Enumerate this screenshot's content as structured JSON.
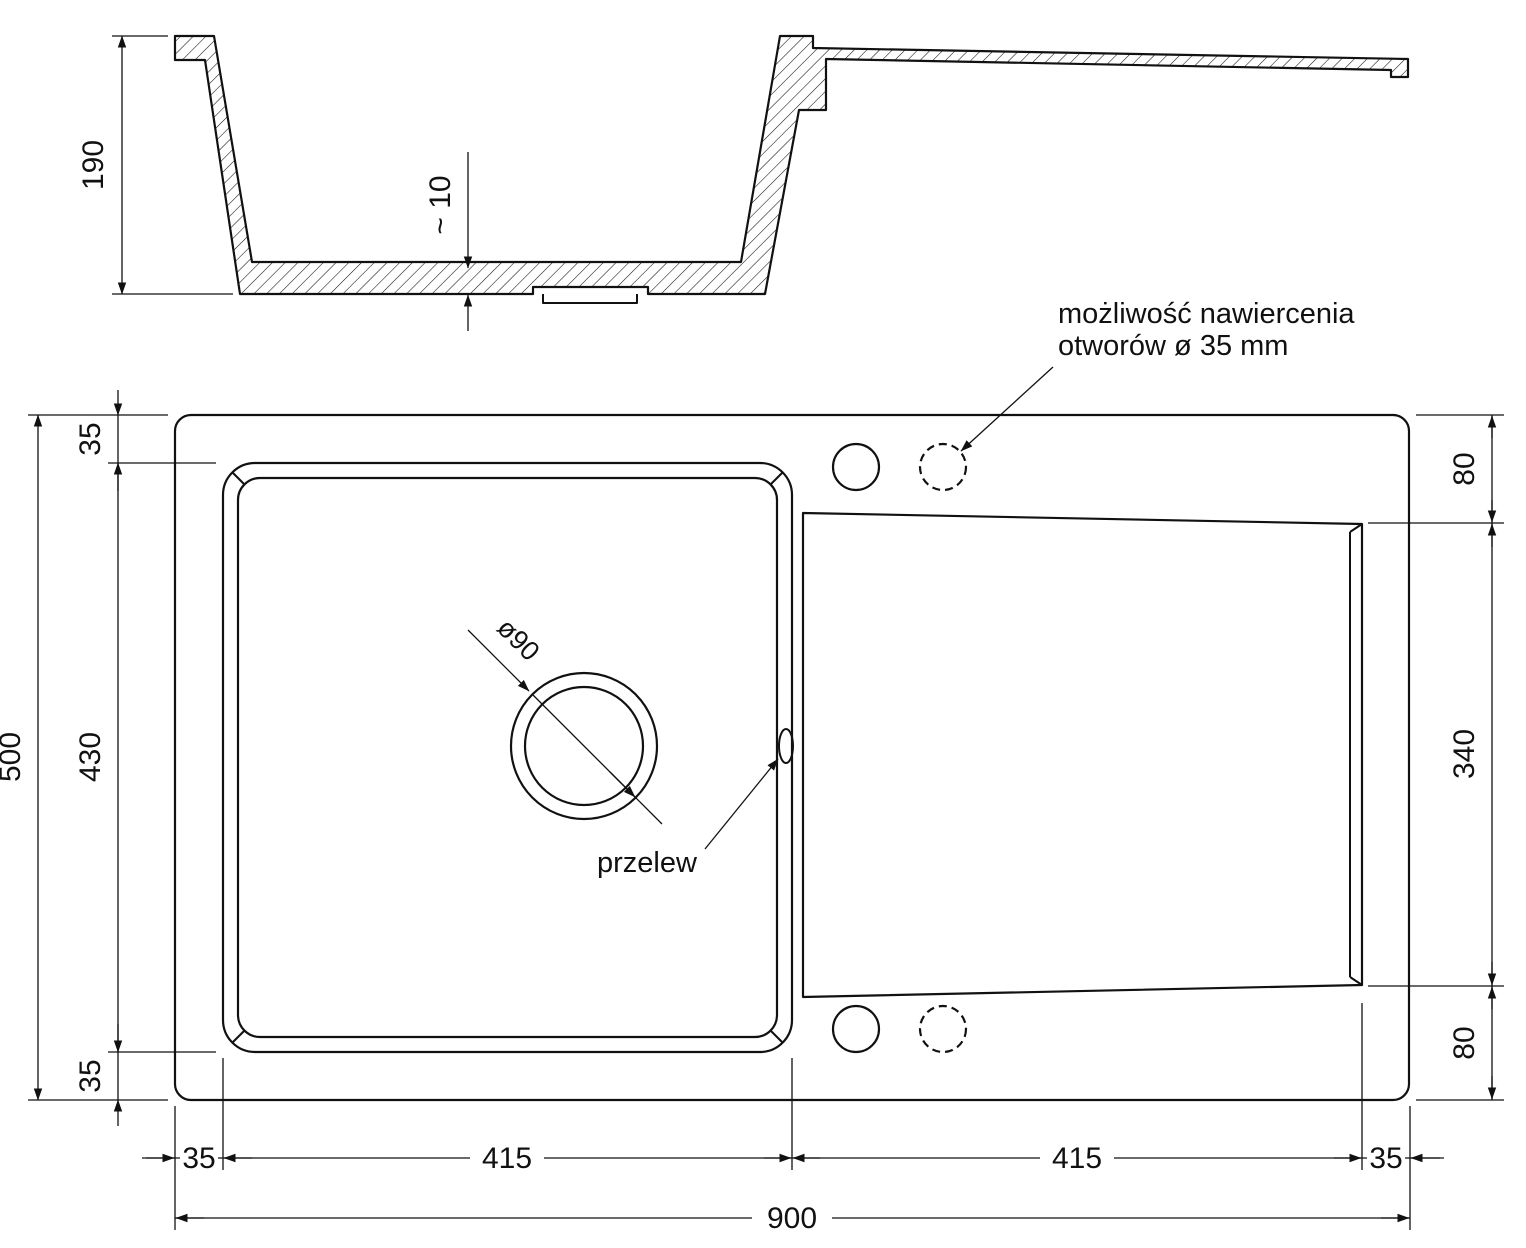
{
  "drawing": {
    "kind": "sink-technical-drawing",
    "line_color": "#111111",
    "background": "#ffffff",
    "cross_section": {
      "dims": {
        "depth": "190",
        "bottom_thickness": "~ 10"
      }
    },
    "plan": {
      "dims": {
        "total_width": "900",
        "total_height": "500",
        "left_margin_top": "35",
        "bowl_height": "430",
        "left_margin_bottom": "35",
        "bottom_left_margin": "35",
        "bowl_width": "415",
        "drainboard_width": "415",
        "bottom_right_margin": "35",
        "right_top": "80",
        "drainboard_height": "340",
        "right_bottom": "80"
      },
      "labels": {
        "drain_diameter": "ø90",
        "overflow": "przelew",
        "drill_note_line1": "możliwość nawiercenia",
        "drill_note_line2": "otworów ø 35 mm"
      }
    }
  }
}
